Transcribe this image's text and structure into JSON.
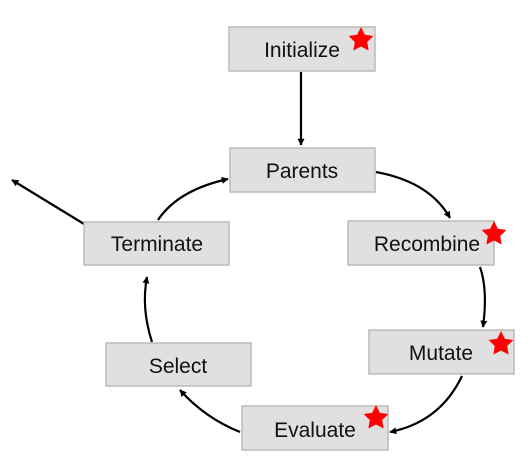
{
  "diagram": {
    "nodes": [
      {
        "id": "initialize",
        "label": "Initialize",
        "star": true
      },
      {
        "id": "parents",
        "label": "Parents",
        "star": false
      },
      {
        "id": "recombine",
        "label": "Recombine",
        "star": true
      },
      {
        "id": "mutate",
        "label": "Mutate",
        "star": true
      },
      {
        "id": "evaluate",
        "label": "Evaluate",
        "star": true
      },
      {
        "id": "select",
        "label": "Select",
        "star": false
      },
      {
        "id": "terminate",
        "label": "Terminate",
        "star": false
      }
    ],
    "edges": [
      {
        "from": "initialize",
        "to": "parents"
      },
      {
        "from": "parents",
        "to": "recombine"
      },
      {
        "from": "recombine",
        "to": "mutate"
      },
      {
        "from": "mutate",
        "to": "evaluate"
      },
      {
        "from": "evaluate",
        "to": "select"
      },
      {
        "from": "select",
        "to": "terminate"
      },
      {
        "from": "terminate",
        "to": "parents"
      },
      {
        "from": "terminate",
        "to": "exit"
      }
    ],
    "colors": {
      "box_fill": "#e0e0e0",
      "box_border": "#b7b7b7",
      "star": "#ff0000",
      "arrow": "#000000"
    },
    "icons": {
      "star": "star-icon"
    }
  }
}
